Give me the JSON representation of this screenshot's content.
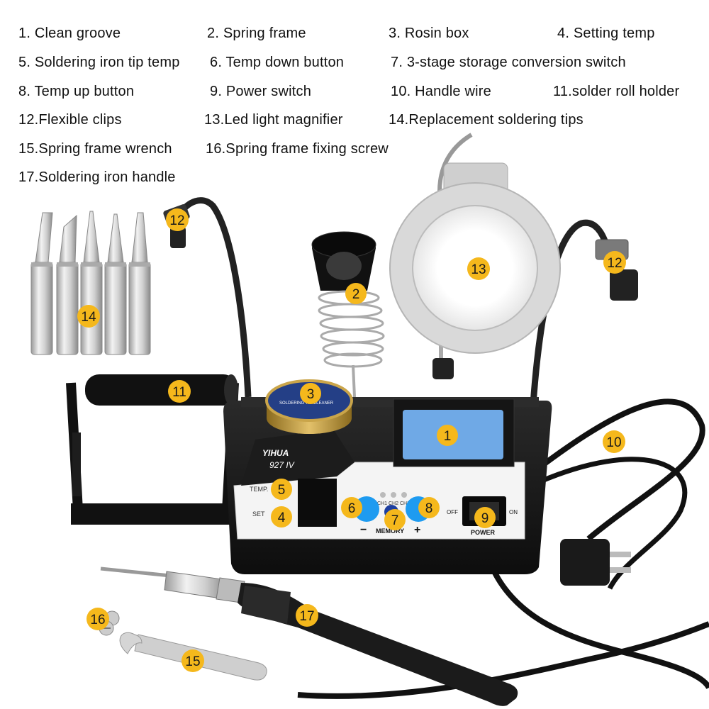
{
  "legend": [
    "1. Clean groove",
    "2. Spring frame",
    "3. Rosin box",
    "4. Setting temp",
    "5. Soldering iron tip temp",
    "6. Temp down button",
    "7. 3-stage storage conversion switch",
    "8. Temp up button",
    "9. Power switch",
    "10. Handle wire",
    "11.solder roll holder",
    "12.Flexible clips",
    "13.Led light magnifier",
    "14.Replacement soldering tips",
    "15.Spring frame wrench",
    "16.Spring frame fixing screw",
    "17.Soldering iron handle"
  ],
  "badges": {
    "b1": "1",
    "b2": "2",
    "b3": "3",
    "b4": "4",
    "b5": "5",
    "b6": "6",
    "b7": "7",
    "b8": "8",
    "b9": "9",
    "b10": "10",
    "b11": "11",
    "b12a": "12",
    "b12b": "12",
    "b13": "13",
    "b14": "14",
    "b15": "15",
    "b16": "16",
    "b17": "17"
  },
  "device": {
    "brand": "YIHUA",
    "model": "927 IV",
    "temp_label": "TEMP.",
    "set_label": "SET",
    "ch1": "CH1",
    "ch2": "CH2",
    "ch3": "CH3",
    "memory": "MEMORY",
    "minus": "−",
    "plus": "+",
    "off": "OFF",
    "on": "ON",
    "power": "POWER",
    "rosin_text": "SOLDERING TIP CLEANER"
  },
  "colors": {
    "badge": "#f5b81c",
    "sponge": "#6fa9e6",
    "button": "#1e9bf0",
    "body": "#1a1a1a"
  }
}
